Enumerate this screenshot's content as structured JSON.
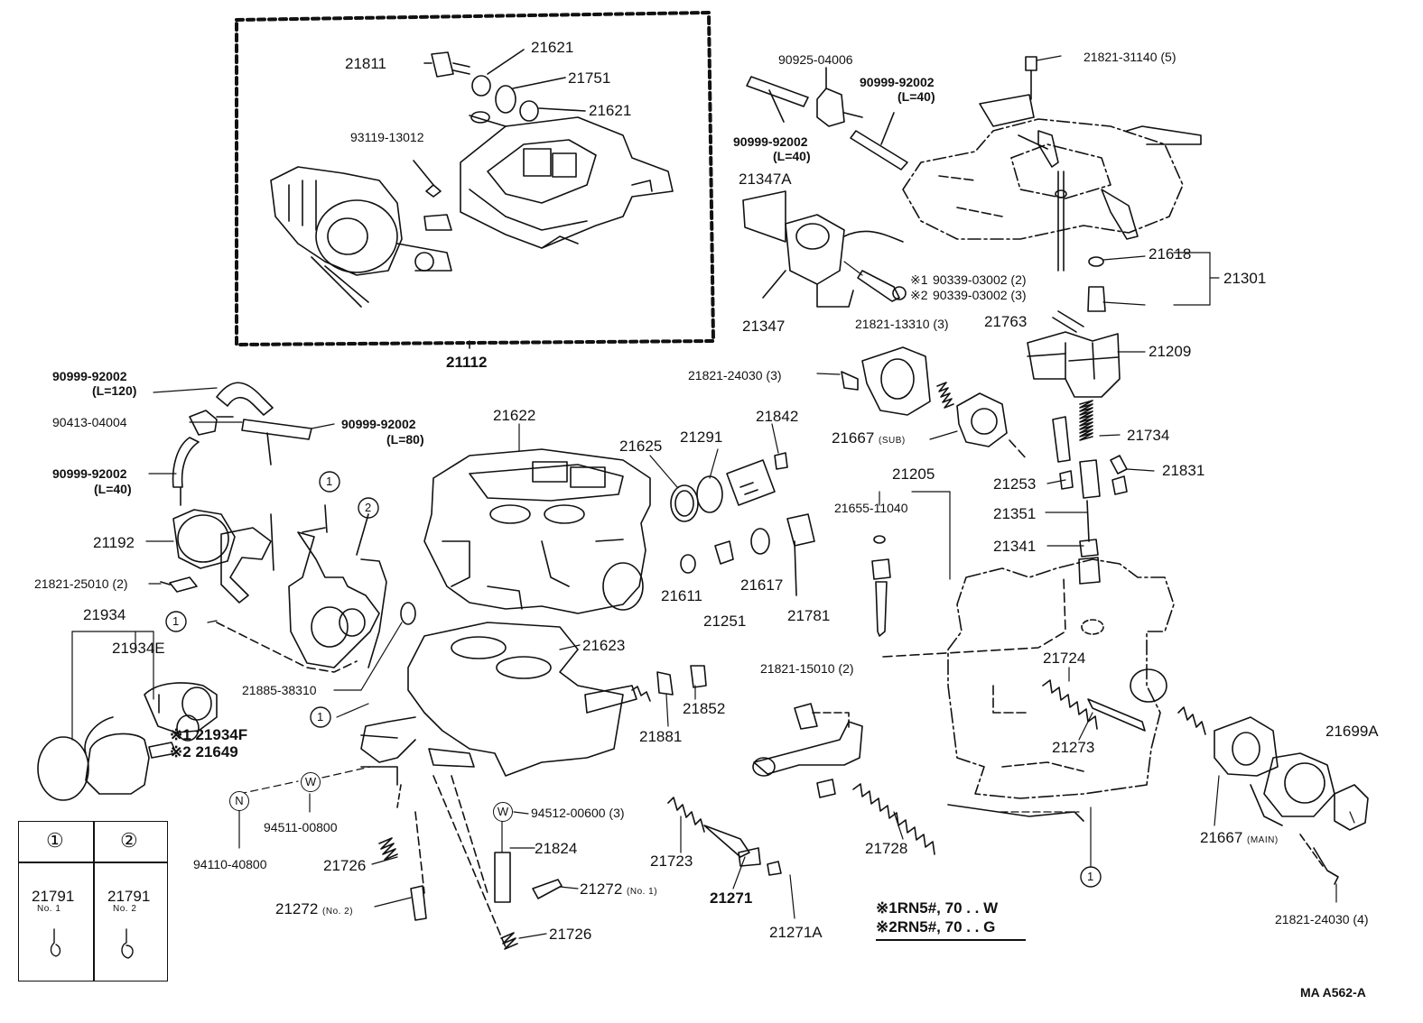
{
  "labels": {
    "p21811": "21811",
    "p21621a": "21621",
    "p21751": "21751",
    "p21621b": "21621",
    "p93119": "93119-13012",
    "p21112": "21112",
    "p90925": "90925-04006",
    "p90999_top_right": "90999-92002",
    "p90999_top_right_len": "(L=40)",
    "p90999_top_left": "90999-92002",
    "p90999_top_left_len": "(L=40)",
    "p21821_31140": "21821-31140 (5)",
    "p21347A": "21347A",
    "p21347": "21347",
    "p90339_1": "90339-03002 (2)",
    "p90339_2": "90339-03002 (3)",
    "p21821_13310": "21821-13310 (3)",
    "p21618": "21618",
    "p21301": "21301",
    "p21763": "21763",
    "p21209": "21209",
    "p90999_120": "90999-92002",
    "p90999_120_len": "(L=120)",
    "p90413": "90413-04004",
    "p90999_80": "90999-92002",
    "p90999_80_len": "(L=80)",
    "p90999_40b": "90999-92002",
    "p90999_40b_len": "(L=40)",
    "p21622": "21622",
    "p21625": "21625",
    "p21291": "21291",
    "p21842": "21842",
    "p21821_24030_3": "21821-24030 (3)",
    "p21667_sub": "21667",
    "p21667_sub_tag": "(SUB)",
    "p21734": "21734",
    "p21253": "21253",
    "p21831": "21831",
    "p21351": "21351",
    "p21341": "21341",
    "p21192": "21192",
    "p21821_25010": "21821-25010 (2)",
    "p21205": "21205",
    "p21655": "21655-11040",
    "p21611": "21611",
    "p21251": "21251",
    "p21617": "21617",
    "p21781": "21781",
    "p21934": "21934",
    "p21934E": "21934E",
    "p21623": "21623",
    "p21885": "21885-38310",
    "p21852": "21852",
    "p21881": "21881",
    "p21821_15010": "21821-15010 (2)",
    "p21724": "21724",
    "p21273": "21273",
    "p21699A": "21699A",
    "p21934F": "21934F",
    "p21649": "21649",
    "p94511": "94511-00800",
    "p94110": "94110-40800",
    "p94512": "94512-00600 (3)",
    "p21824": "21824",
    "p21723": "21723",
    "p21726a": "21726",
    "p21272_no2": "21272",
    "p21272_no2_tag": "(No. 2)",
    "p21272_no1": "21272",
    "p21272_no1_tag": "(No. 1)",
    "p21271": "21271",
    "p21271A": "21271A",
    "p21726b": "21726",
    "p21728": "21728",
    "p21667_main": "21667",
    "p21667_main_tag": "(MAIN)",
    "p21821_24030_4": "21821-24030 (4)"
  },
  "symbols": {
    "ref": "※",
    "one": "1",
    "two": "2",
    "w": "W",
    "n": "N"
  },
  "callouts": {
    "one": "①",
    "two": "②"
  },
  "legend": {
    "col1_header": "①",
    "col2_header": "②",
    "col1_part": "21791",
    "col1_no": "No. 1",
    "col2_part": "21791",
    "col2_no": "No. 2"
  },
  "notes": {
    "line1": "※1RN5#, 70 . . W",
    "line2": "※2RN5#, 70 . . G"
  },
  "figure_code": "MA  A562-A"
}
